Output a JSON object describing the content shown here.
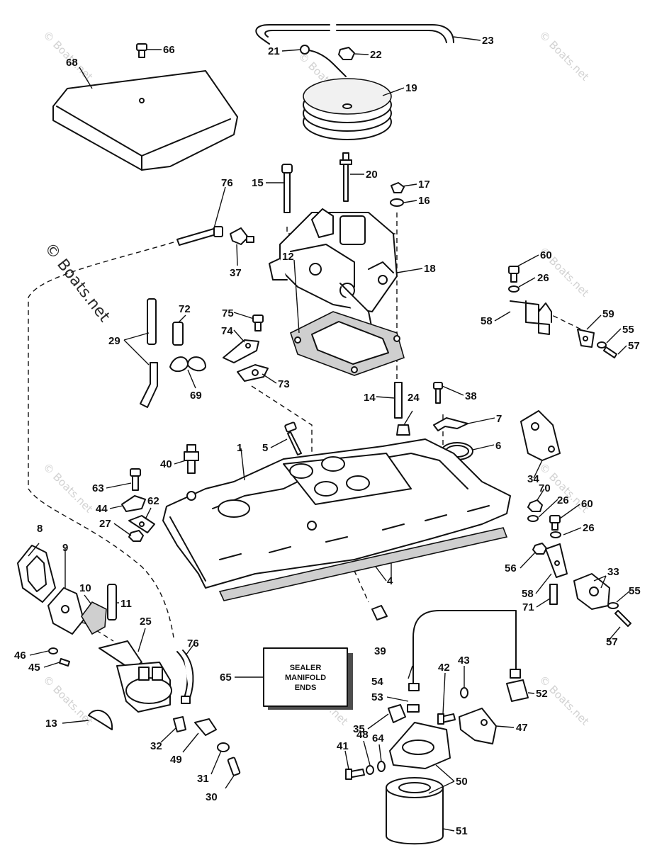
{
  "watermark": {
    "main": "© Boats.net",
    "small": "© Boats.net"
  },
  "note_box": {
    "lines": [
      "SEALER",
      "MANIFOLD",
      "ENDS"
    ]
  },
  "callouts": {
    "c1": "1",
    "c4": "4",
    "c5": "5",
    "c6": "6",
    "c7": "7",
    "c8": "8",
    "c9": "9",
    "c10": "10",
    "c11": "11",
    "c12": "12",
    "c13": "13",
    "c14": "14",
    "c15": "15",
    "c16": "16",
    "c17": "17",
    "c18": "18",
    "c19": "19",
    "c20": "20",
    "c21": "21",
    "c22": "22",
    "c23": "23",
    "c24": "24",
    "c25": "25",
    "c26a": "26",
    "c26b": "26",
    "c26c": "26",
    "c27": "27",
    "c29": "29",
    "c30": "30",
    "c31": "31",
    "c32": "32",
    "c33": "33",
    "c34": "34",
    "c35": "35",
    "c37": "37",
    "c38": "38",
    "c39": "39",
    "c40": "40",
    "c41": "41",
    "c42": "42",
    "c43": "43",
    "c44": "44",
    "c45": "45",
    "c46": "46",
    "c47": "47",
    "c48": "48",
    "c49": "49",
    "c50": "50",
    "c51": "51",
    "c52": "52",
    "c53": "53",
    "c54": "54",
    "c55a": "55",
    "c55b": "55",
    "c56": "56",
    "c57a": "57",
    "c57b": "57",
    "c58a": "58",
    "c58b": "58",
    "c59": "59",
    "c60a": "60",
    "c60b": "60",
    "c62": "62",
    "c63": "63",
    "c64": "64",
    "c65": "65",
    "c66": "66",
    "c68": "68",
    "c69": "69",
    "c70": "70",
    "c71": "71",
    "c72": "72",
    "c73": "73",
    "c74": "74",
    "c75": "75",
    "c76a": "76",
    "c76b": "76"
  }
}
